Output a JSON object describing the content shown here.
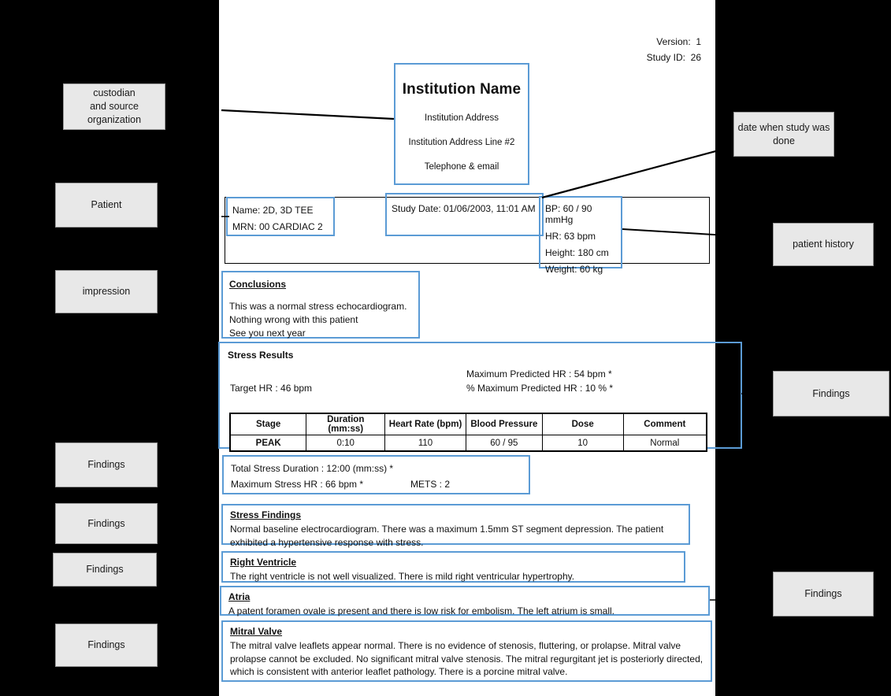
{
  "report": {
    "version_label": "Version:  1",
    "study_id_label": "Study ID:  26",
    "institution": {
      "name": "Institution Name",
      "address1": "Institution Address",
      "address2": "Institution Address Line #2",
      "contact": "Telephone & email"
    },
    "demographics": {
      "name": "Name:  2D, 3D TEE",
      "mrn": "MRN:  00 CARDIAC 2",
      "study_date": "Study Date:  01/06/2003, 11:01 AM",
      "bp": "BP:  60 / 90 mmHg",
      "hr": "HR:  63 bpm",
      "height": "Height:  180 cm",
      "weight": "Weight:  60 kg"
    },
    "conclusions": {
      "heading": "Conclusions",
      "line1": "This was a normal stress echocardiogram.",
      "line2": "Nothing wrong with this patient",
      "line3": "See you next year"
    },
    "stress_results": {
      "heading": "Stress Results",
      "max_predicted_hr": "Maximum Predicted HR :  54 bpm *",
      "target_hr": "Target HR :  46 bpm",
      "pct_max_predicted_hr": "% Maximum Predicted HR :  10 % *",
      "table": {
        "headers": [
          "Stage",
          "Duration (mm:ss)",
          "Heart Rate (bpm)",
          "Blood Pressure",
          "Dose",
          "Comment"
        ],
        "rows": [
          [
            "PEAK",
            "0:10",
            "110",
            "60 / 95",
            "10",
            "Normal"
          ]
        ]
      }
    },
    "totals": {
      "total_stress_duration": "Total Stress Duration :  12:00 (mm:ss) *",
      "maximum_stress_hr": "Maximum Stress HR :  66 bpm *",
      "mets": "METS :  2"
    },
    "sections": [
      {
        "heading": "Stress Findings",
        "body": "Normal baseline electrocardiogram. There was a maximum 1.5mm ST segment depression. The patient exhibited a hypertensive response with stress."
      },
      {
        "heading": "Right Ventricle",
        "body": "The right ventricle is not well visualized. There is mild right ventricular hypertrophy."
      },
      {
        "heading": "Atria",
        "body": "A patent foramen ovale is present and there is low risk for embolism. The left atrium is small."
      },
      {
        "heading": "Mitral Valve",
        "body": "The mitral valve leaflets appear normal. There is no evidence of stenosis, fluttering, or prolapse. Mitral valve prolapse cannot be excluded. No significant mitral valve stenosis. The mitral regurgitant jet is posteriorly directed, which is consistent with anterior leaflet pathology. There is a porcine mitral valve."
      }
    ]
  },
  "annotations": {
    "left": [
      {
        "label": "custodian\nand  source\norganization"
      },
      {
        "label": "Patient"
      },
      {
        "label": "impression"
      },
      {
        "label": "Findings"
      },
      {
        "label": "Findings"
      },
      {
        "label": "Findings"
      },
      {
        "label": "Findings"
      }
    ],
    "right": [
      {
        "label": "date when study was\ndone"
      },
      {
        "label": "patient history"
      },
      {
        "label": "Findings"
      },
      {
        "label": "Findings"
      }
    ]
  },
  "colors": {
    "highlight_blue": "#5b9bd5",
    "callout_fill": "#e8e8e8",
    "callout_border": "#9a9a9a",
    "page_background": "#ffffff",
    "canvas_background": "#000000",
    "connector_line": "#000000"
  }
}
